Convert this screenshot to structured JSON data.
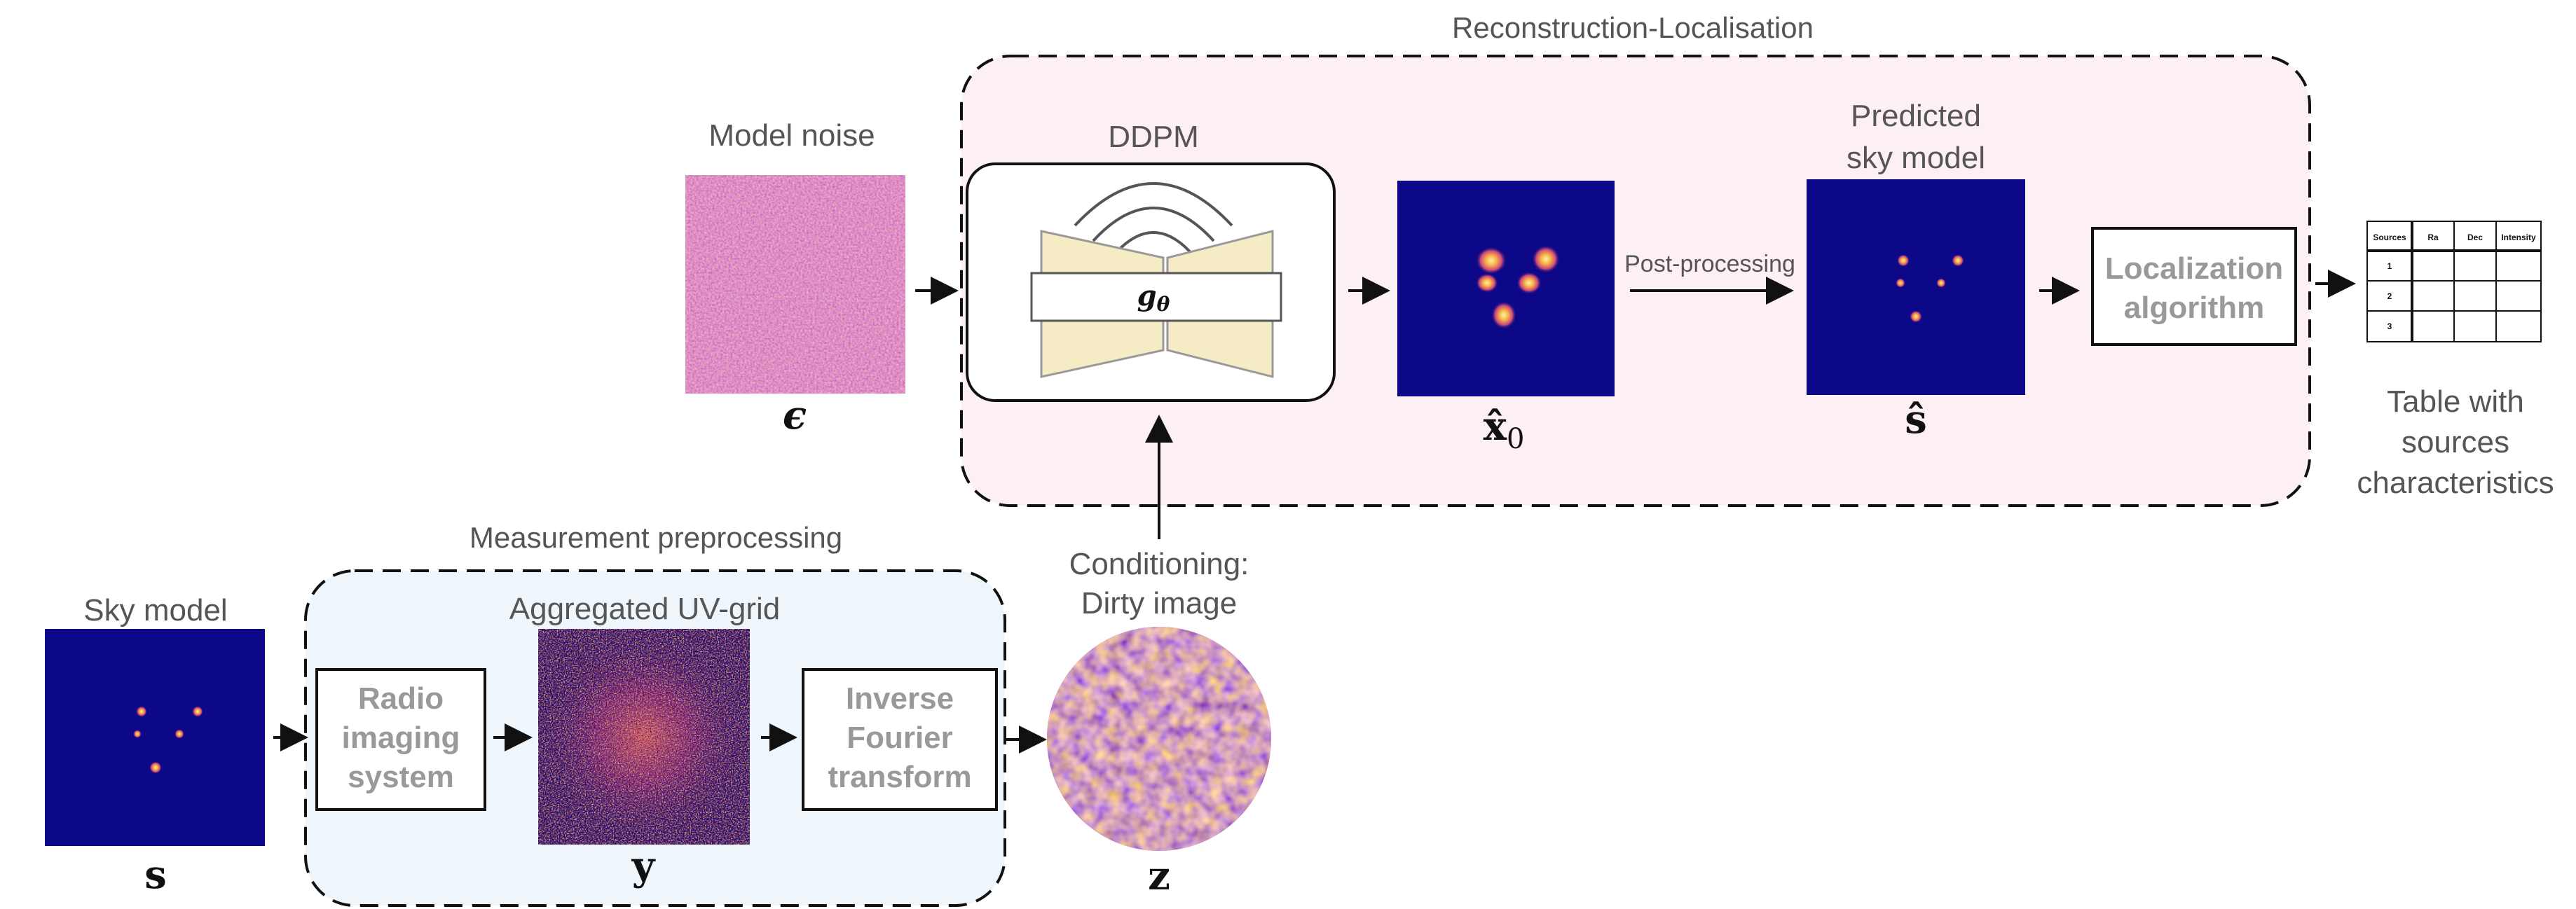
{
  "regions": {
    "reconstruction_title": "Reconstruction-Localisation",
    "measurement_title": "Measurement preprocessing"
  },
  "labels": {
    "model_noise": "Model noise",
    "ddpm": "DDPM",
    "network": "g",
    "network_sub": "θ",
    "predicted_line1": "Predicted",
    "predicted_line2": "sky model",
    "post_processing": "Post-processing",
    "localization_line1": "Localization",
    "localization_line2": "algorithm",
    "table_line1": "Table with",
    "table_line2": "sources",
    "table_line3": "characteristics",
    "sky_model": "Sky model",
    "aggregated": "Aggregated UV-grid",
    "radio_line1": "Radio",
    "radio_line2": "imaging",
    "radio_line3": "system",
    "inverse_line1": "Inverse",
    "inverse_line2": "Fourier",
    "inverse_line3": "transform",
    "conditioning_line1": "Conditioning:",
    "conditioning_line2": "Dirty image"
  },
  "symbols": {
    "epsilon": "ϵ",
    "x0": "x̂",
    "x0_sub": "0",
    "s_hat": "ŝ",
    "s": "s",
    "y": "y",
    "z": "z"
  },
  "source_table": {
    "headers": [
      "Sources",
      "Ra",
      "Dec",
      "Intensity"
    ],
    "rows": [
      "1",
      "2",
      "3"
    ]
  },
  "colors": {
    "sky_background": "#0d0887",
    "noise_base": "#b54a8c",
    "reconstruction_fill": "#fdf0f4",
    "measurement_fill": "#eef6fb",
    "unet_fill": "#f5ebc4",
    "grey_text": "#999999"
  }
}
